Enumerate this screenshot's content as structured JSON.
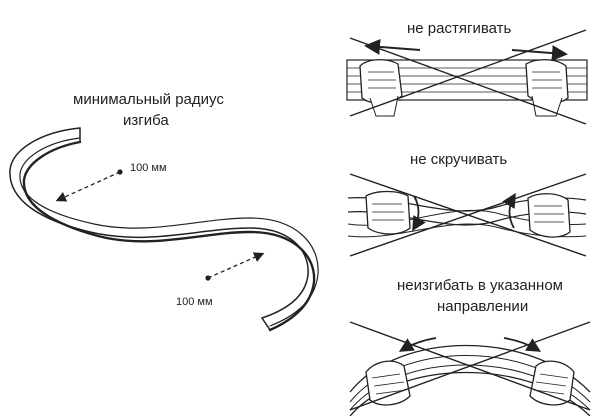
{
  "left": {
    "title_line1": "минимальный радиус",
    "title_line2": "изгиба",
    "radius_top": "100 мм",
    "radius_bottom": "100 мм"
  },
  "panels": [
    {
      "caption": "не растягивать"
    },
    {
      "caption": "не скручивать"
    },
    {
      "caption_line1": "неизгибать в указанном",
      "caption_line2": "направлении"
    }
  ]
}
